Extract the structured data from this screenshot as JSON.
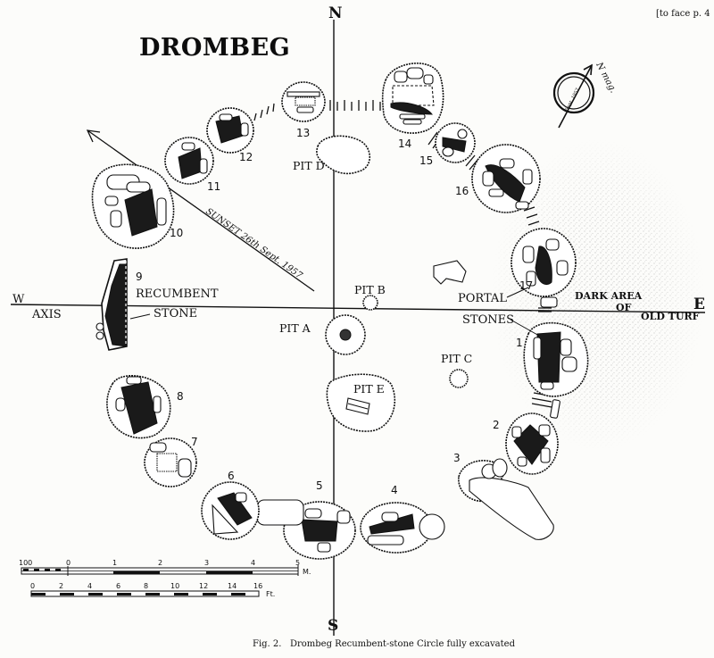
{
  "page": {
    "header_note": "[to face p. 4",
    "title": "DROMBEG",
    "caption": "Fig. 2.   Drombeg Recumbent-stone Circle fully excavated"
  },
  "compass": {
    "north": "N",
    "south": "S",
    "east": "E",
    "west": "W",
    "north_arrow_label": "N mag.",
    "north_arrow_date": "Sept. 1957"
  },
  "labels": {
    "axis": "AXIS",
    "recumbent_line1": "RECUMBENT",
    "recumbent_line2": "STONE",
    "portal_line1": "PORTAL",
    "portal_line2": "STONES",
    "dark_area_line1": "DARK AREA",
    "dark_area_line2": "OF",
    "dark_area_line3": "OLD TURF",
    "sunset": "SUNSET 26th Sept. 1957"
  },
  "pits": [
    {
      "id": "A",
      "label": "PIT A"
    },
    {
      "id": "B",
      "label": "PIT B"
    },
    {
      "id": "C",
      "label": "PIT C"
    },
    {
      "id": "D",
      "label": "PIT D"
    },
    {
      "id": "E",
      "label": "PIT E"
    }
  ],
  "stones": [
    {
      "number": "1"
    },
    {
      "number": "2"
    },
    {
      "number": "3"
    },
    {
      "number": "4"
    },
    {
      "number": "5"
    },
    {
      "number": "6"
    },
    {
      "number": "7"
    },
    {
      "number": "8"
    },
    {
      "number": "9"
    },
    {
      "number": "10"
    },
    {
      "number": "11"
    },
    {
      "number": "12"
    },
    {
      "number": "13"
    },
    {
      "number": "14"
    },
    {
      "number": "15"
    },
    {
      "number": "16"
    },
    {
      "number": "17"
    }
  ],
  "scale_metres": {
    "unit": "M.",
    "ticks": [
      "100",
      "0",
      "1",
      "2",
      "3",
      "4",
      "5"
    ]
  },
  "scale_feet": {
    "unit": "Ft.",
    "ticks": [
      "0",
      "2",
      "4",
      "6",
      "8",
      "10",
      "12",
      "14",
      "16"
    ]
  }
}
